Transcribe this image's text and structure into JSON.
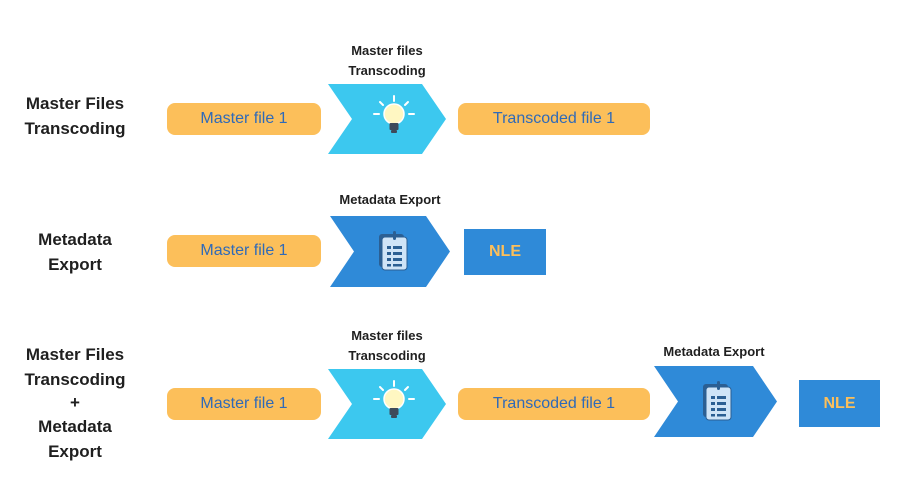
{
  "rows": [
    {
      "label_lines": [
        "Master Files",
        "Transcoding"
      ],
      "input": "Master file 1",
      "step1_title_lines": [
        "Master files",
        "Transcoding"
      ],
      "step1_icon": "lightbulb-icon",
      "output": "Transcoded file 1"
    },
    {
      "label_lines": [
        "Metadata",
        "Export"
      ],
      "input": "Master file 1",
      "step1_title_lines": [
        "Metadata Export"
      ],
      "step1_icon": "document-icon",
      "output": "NLE"
    },
    {
      "label_lines": [
        "Master Files",
        "Transcoding",
        "+",
        "Metadata",
        "Export"
      ],
      "input": "Master file 1",
      "step1_title_lines": [
        "Master files",
        "Transcoding"
      ],
      "step1_icon": "lightbulb-icon",
      "intermediate": "Transcoded file 1",
      "step2_title_lines": [
        "Metadata Export"
      ],
      "step2_icon": "document-icon",
      "output": "NLE"
    }
  ],
  "colors": {
    "file_pill": "#fcbf5a",
    "file_text": "#2f6ab8",
    "transcoding_chevron": "#3cc8ef",
    "metadata_chevron": "#2f8ad8",
    "nle_box": "#2f8ad8",
    "nle_text": "#fcbf5a"
  }
}
